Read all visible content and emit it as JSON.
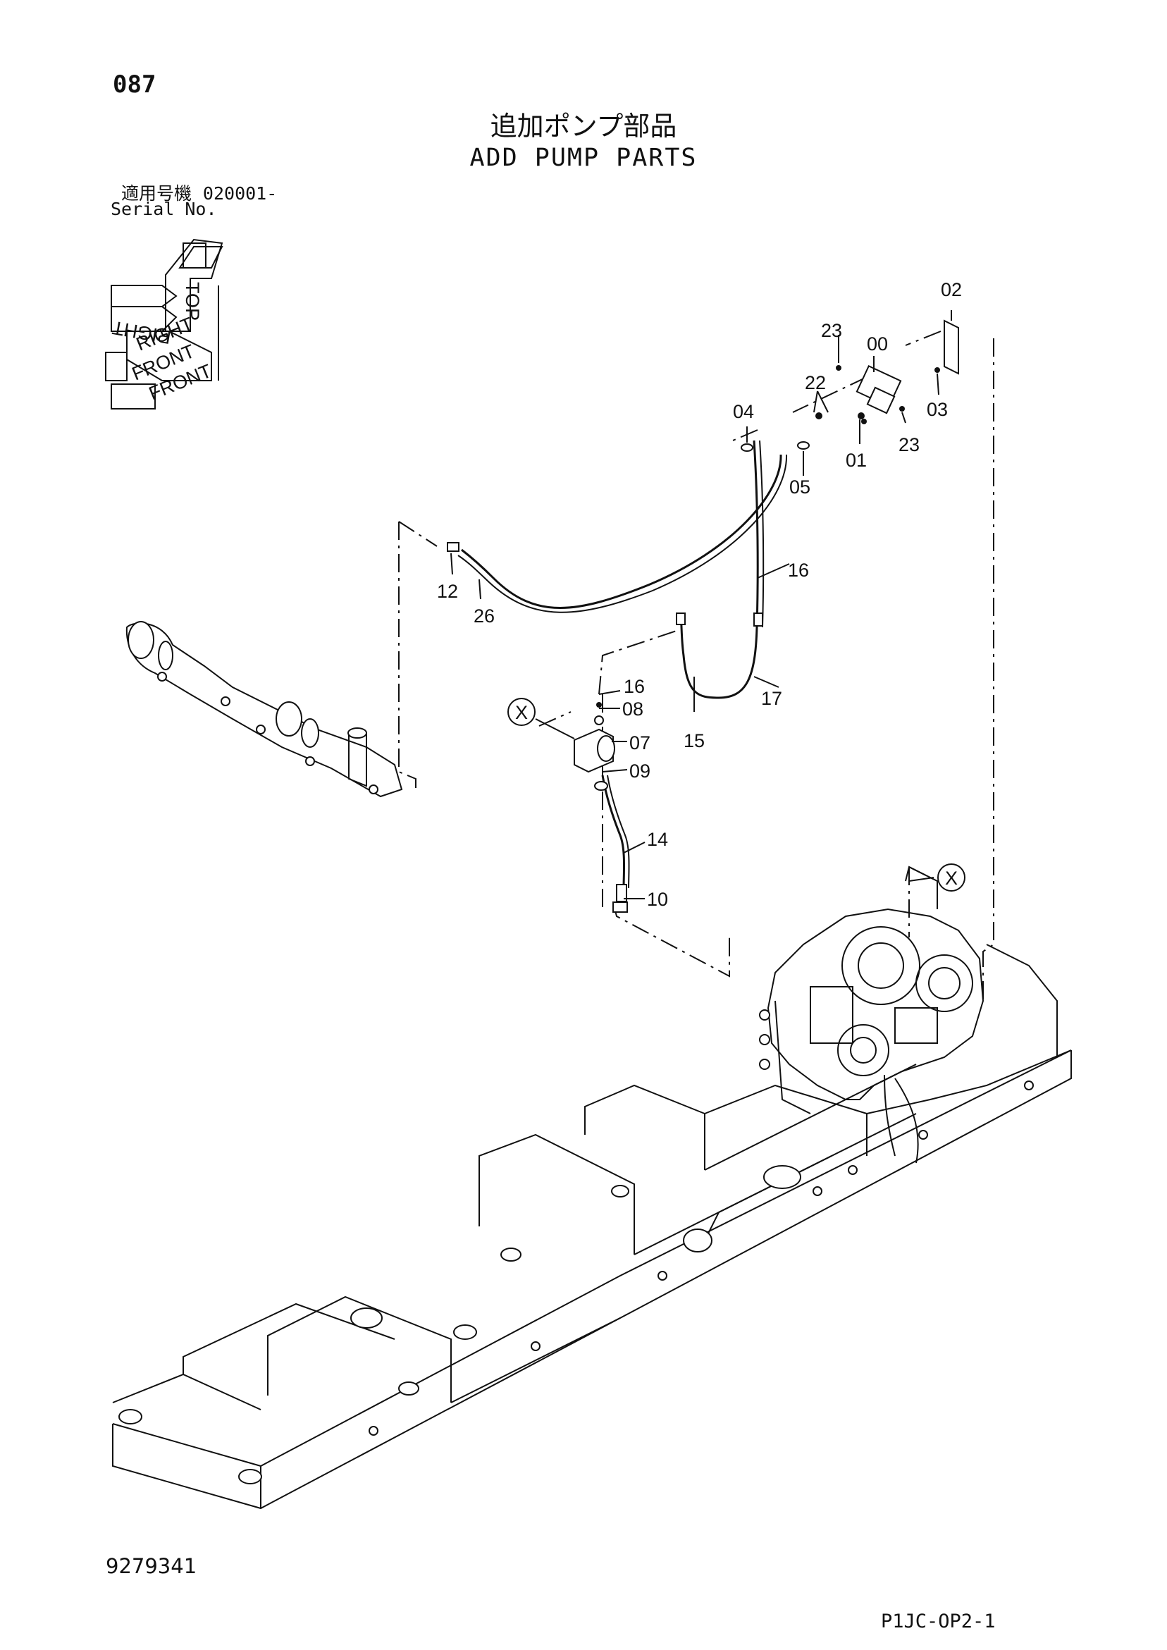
{
  "header": {
    "page_number": "087",
    "title_ja": "追加ポンプ部品",
    "title_en": "ADD PUMP PARTS",
    "serial_label_ja": "適用号機",
    "serial_from": "020001-",
    "serial_label_en": "Serial No."
  },
  "orientation": {
    "top": "TOP",
    "right": "RIGHT",
    "front": "FRONT"
  },
  "callouts": {
    "p00": "00",
    "p01": "01",
    "p02": "02",
    "p03": "03",
    "p04": "04",
    "p05": "05",
    "p07": "07",
    "p08": "08",
    "p09": "09",
    "p10": "10",
    "p12": "12",
    "p14": "14",
    "p15": "15",
    "p16a": "16",
    "p16b": "16",
    "p17": "17",
    "p22": "22",
    "p23a": "23",
    "p23b": "23",
    "p26": "26"
  },
  "reference_marks": {
    "x_left": "X",
    "x_right": "X"
  },
  "footer": {
    "drawing_number": "9279341",
    "sheet_code": "P1JC-OP2-1"
  }
}
